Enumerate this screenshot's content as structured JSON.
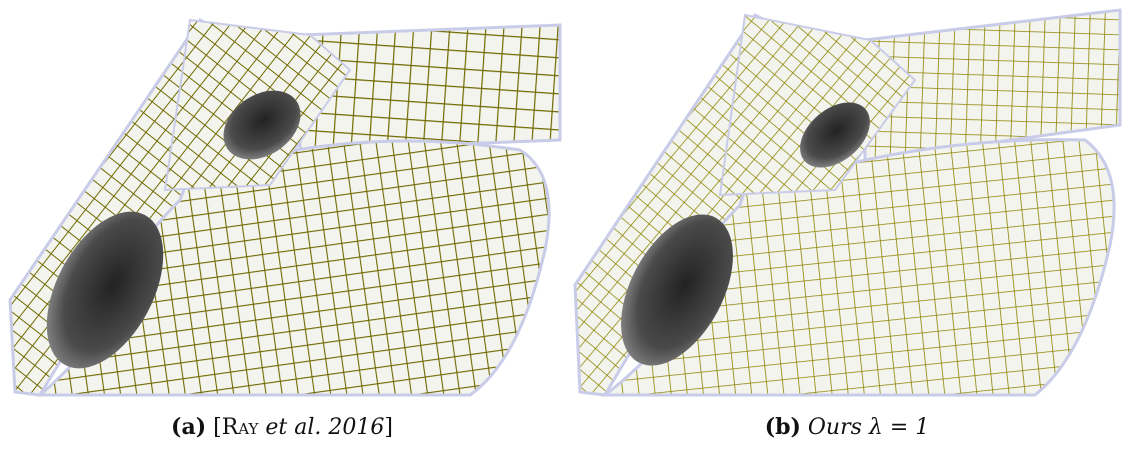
{
  "figure": {
    "panels": [
      {
        "label": "(a)",
        "caption_open": " [",
        "caption_author": "Ray",
        "caption_rest": " et al. 2016",
        "caption_close": "]",
        "image_alt": "quad-meshed mechanical part rendered with distorted, irregular grid lines"
      },
      {
        "label": "(b)",
        "caption_method": " Ours",
        "caption_math": " λ = 1",
        "image_alt": "quad-meshed mechanical part rendered with regular, uniform grid lines"
      }
    ],
    "colors": {
      "surface": "#f4f4ef",
      "grid_line": "#7a7500",
      "grid_highlight": "#c8c020",
      "edge_glow": "#c9cce8",
      "hole_dark": "#3a3a3a"
    }
  }
}
